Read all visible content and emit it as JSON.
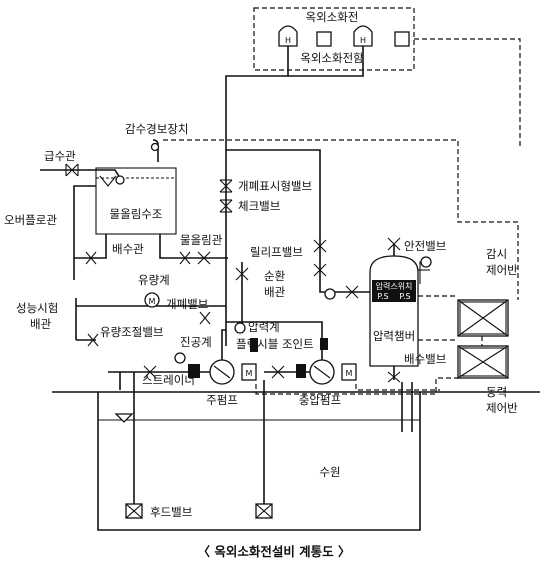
{
  "labels": {
    "outdoor_hydrant": "옥외소화전",
    "outdoor_hydrant_box": "옥외소화전함",
    "water_supply_pipe": "급수관",
    "low_water_alarm": "감수경보장치",
    "overflow_pipe": "오버플로관",
    "priming_tank": "물올림수조",
    "drain_pipe": "배수관",
    "priming_pipe": "물올림관",
    "gate_indicator_valve": "개폐표시형밸브",
    "check_valve": "체크밸브",
    "relief_valve": "릴리프밸브",
    "circulation_pipe": "순환배관",
    "flow_meter": "유량계",
    "shutoff_valve": "개폐밸브",
    "performance_test_pipe": "성능시험\n배관",
    "flow_control_valve": "유량조절밸브",
    "pressure_gauge": "압력계",
    "vacuum_gauge": "진공계",
    "flexible_joint": "플렉시블 조인트",
    "strainer": "스트레이너",
    "main_pump": "주펌프",
    "booster_pump": "충압펌프",
    "safety_valve": "안전밸브",
    "pressure_switch": "압력스위치",
    "ps_label": "P.S",
    "pressure_chamber": "압력챔버",
    "drain_valve": "배수밸브",
    "monitor_panel": "감시\n제어반",
    "power_panel": "동력\n제어반",
    "water_source": "수원",
    "foot_valve": "후드밸브",
    "hydrant_mark": "H",
    "motor_mark": "M"
  },
  "caption": "〈 옥외소화전설비 계통도 〉"
}
